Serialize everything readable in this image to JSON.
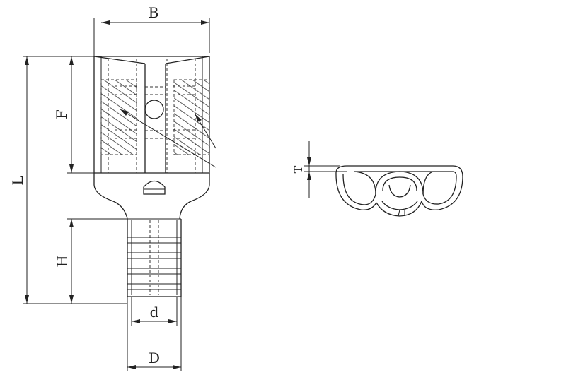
{
  "labels": {
    "B": "B",
    "F": "F",
    "L": "L",
    "H": "H",
    "d": "d",
    "D": "D",
    "T": "T"
  }
}
